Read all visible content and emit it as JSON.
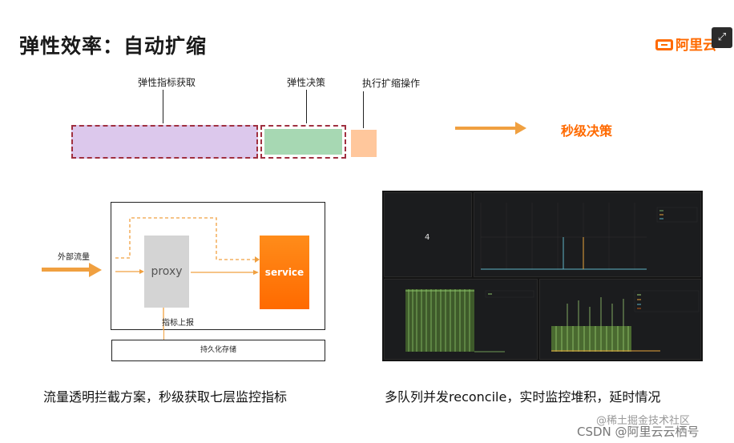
{
  "header": {
    "title": "弹性效率：自动扩缩",
    "logo_text": "阿里云"
  },
  "timeline": {
    "label_metrics": "弹性指标获取",
    "label_decision": "弹性决策",
    "label_execute": "执行扩缩操作",
    "result_label": "秒级决策"
  },
  "architecture": {
    "inbound_label": "外部流量",
    "proxy_label": "proxy",
    "service_label": "service",
    "report_label": "指标上报",
    "storage_label": "持久化存储",
    "caption": "流量透明拦截方案，秒级获取七层监控指标"
  },
  "dashboard": {
    "caption": "多队列并发reconcile，实时监控堆积，延时情况",
    "stat_value": "4"
  },
  "watermark": {
    "line1": "@稀土掘金技术社区",
    "line2": "CSDN @阿里云云栖号"
  },
  "colors": {
    "accent": "#ff6a00",
    "arrow": "#f0a040",
    "purple_segment": "#dcc8ec",
    "green_segment": "#a7d8b3",
    "peach_segment": "#ffc79c",
    "dashed_border": "#a03040"
  },
  "icons": {
    "expand": "expand-icon",
    "logo": "aliyun-logo-icon"
  }
}
